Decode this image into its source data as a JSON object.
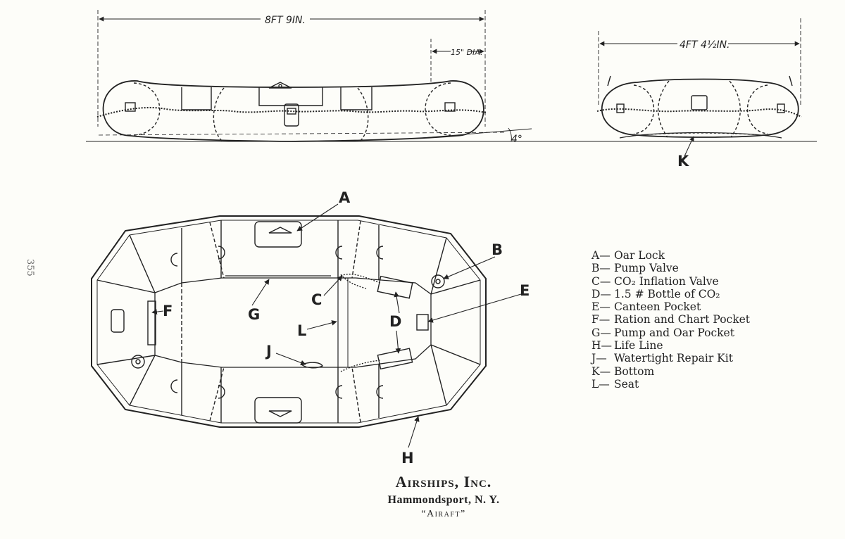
{
  "page_number": "355",
  "dimensions": {
    "length": "8FT 9IN.",
    "tube_diameter": "15\" DIA.",
    "width": "4FT 4½IN.",
    "angle": "4°"
  },
  "callouts": [
    "A",
    "B",
    "C",
    "D",
    "E",
    "F",
    "G",
    "H",
    "J",
    "K",
    "L"
  ],
  "legend": [
    {
      "key": "A—",
      "text": "Oar Lock"
    },
    {
      "key": "B—",
      "text": "Pump Valve"
    },
    {
      "key": "C—",
      "text": "CO₂ Inflation Valve"
    },
    {
      "key": "D—",
      "text": "1.5 # Bottle of CO₂"
    },
    {
      "key": "E—",
      "text": "Canteen Pocket"
    },
    {
      "key": "F—",
      "text": "Ration and Chart Pocket"
    },
    {
      "key": "G—",
      "text": "Pump and Oar Pocket"
    },
    {
      "key": "H—",
      "text": "Life Line"
    },
    {
      "key": "J—",
      "text": "Watertight Repair Kit"
    },
    {
      "key": "K—",
      "text": "Bottom"
    },
    {
      "key": "L—",
      "text": "Seat"
    }
  ],
  "footer": {
    "company": "Airships, Inc.",
    "city": "Hammondsport, N. Y.",
    "model": "“Airaft”"
  }
}
